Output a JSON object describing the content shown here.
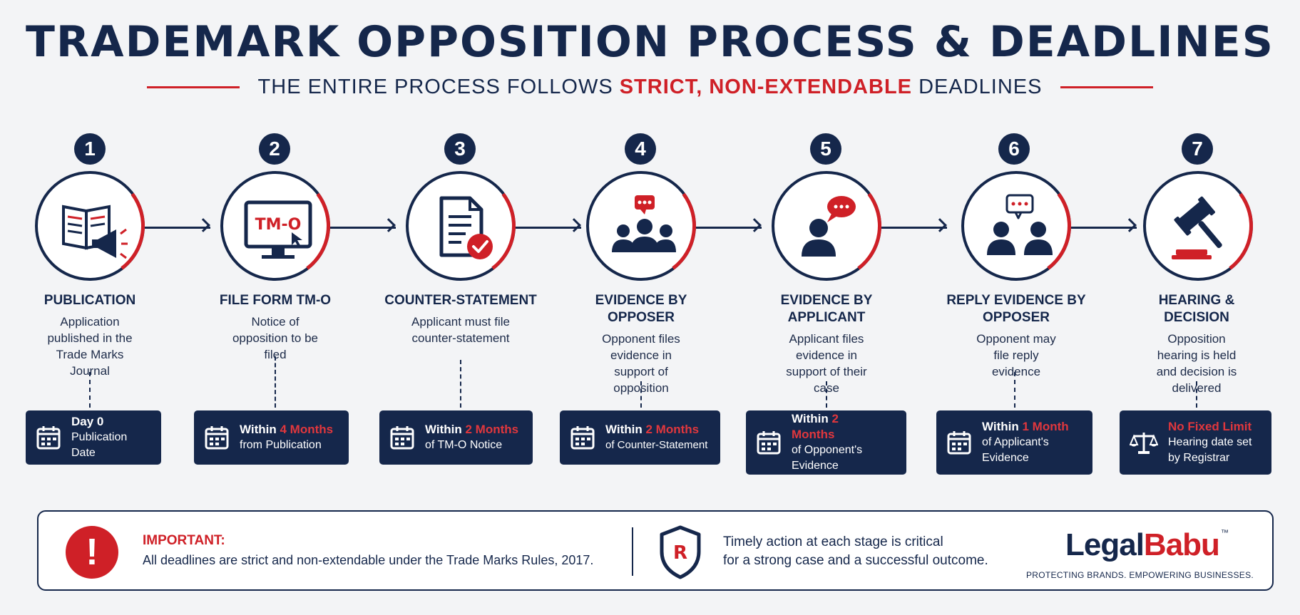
{
  "title": "TRADEMARK OPPOSITION PROCESS & DEADLINES",
  "subtitle": {
    "prefix": "THE ENTIRE PROCESS FOLLOWS ",
    "highlight": "STRICT, NON-EXTENDABLE",
    "suffix": " DEADLINES"
  },
  "steps": [
    {
      "number": "1",
      "icon": "journal-megaphone-icon",
      "title": "PUBLICATION",
      "description": "Application published in the Trade Marks Journal",
      "deadline_icon": "calendar-icon",
      "deadline_line1_prefix": "Day 0",
      "deadline_line1_highlight": "",
      "deadline_line2": "Publication Date"
    },
    {
      "number": "2",
      "icon": "computer-form-icon",
      "icon_text": "TM-O",
      "title": "FILE FORM TM-O",
      "description": "Notice of opposition to be filed",
      "deadline_icon": "calendar-icon",
      "deadline_line1_prefix": "Within ",
      "deadline_line1_highlight": "4 Months",
      "deadline_line2": "from Publication"
    },
    {
      "number": "3",
      "icon": "document-check-icon",
      "title": "COUNTER-STATEMENT",
      "description": "Applicant must file counter-statement",
      "deadline_icon": "calendar-icon",
      "deadline_line1_prefix": "Within ",
      "deadline_line1_highlight": "2 Months",
      "deadline_line2": "of TM-O Notice"
    },
    {
      "number": "4",
      "icon": "group-chat-icon",
      "title": "EVIDENCE BY OPPOSER",
      "description": "Opponent files evidence in support of opposition",
      "deadline_icon": "calendar-icon",
      "deadline_line1_prefix": "Within ",
      "deadline_line1_highlight": "2 Months",
      "deadline_line2": "of Counter-Statement"
    },
    {
      "number": "5",
      "icon": "person-speech-icon",
      "title": "EVIDENCE BY APPLICANT",
      "description": "Applicant files evidence in support of their case",
      "deadline_icon": "calendar-icon",
      "deadline_line1_prefix": "Within ",
      "deadline_line1_highlight": "2 Months",
      "deadline_line2": "of Opponent's Evidence"
    },
    {
      "number": "6",
      "icon": "two-people-chat-icon",
      "title": "REPLY EVIDENCE BY OPPOSER",
      "description": "Opponent may file reply evidence",
      "deadline_icon": "calendar-icon",
      "deadline_line1_prefix": "Within ",
      "deadline_line1_highlight": "1 Month",
      "deadline_line2": "of Applicant's Evidence"
    },
    {
      "number": "7",
      "icon": "gavel-icon",
      "title": "HEARING & DECISION",
      "description": "Opposition hearing is held and decision is delivered",
      "deadline_icon": "scales-icon",
      "deadline_line1_prefix": "",
      "deadline_line1_highlight": "No Fixed Limit",
      "deadline_line2": "Hearing date set by Registrar"
    }
  ],
  "footer": {
    "alert_icon": "exclamation-icon",
    "important_label": "IMPORTANT:",
    "important_text": "All deadlines are strict and non-extendable under the Trade Marks Rules, 2017.",
    "shield_icon": "shield-r-icon",
    "shield_letter": "R",
    "timely_text_1": "Timely action at each stage is critical",
    "timely_text_2": "for a strong case and a successful outcome.",
    "brand_part1": "Legal",
    "brand_part2": "Babu",
    "brand_tm": "™",
    "tagline": "PROTECTING BRANDS. EMPOWERING BUSINESSES."
  },
  "colors": {
    "navy": "#15274b",
    "red": "#cf2027",
    "background": "#f3f4f6"
  }
}
